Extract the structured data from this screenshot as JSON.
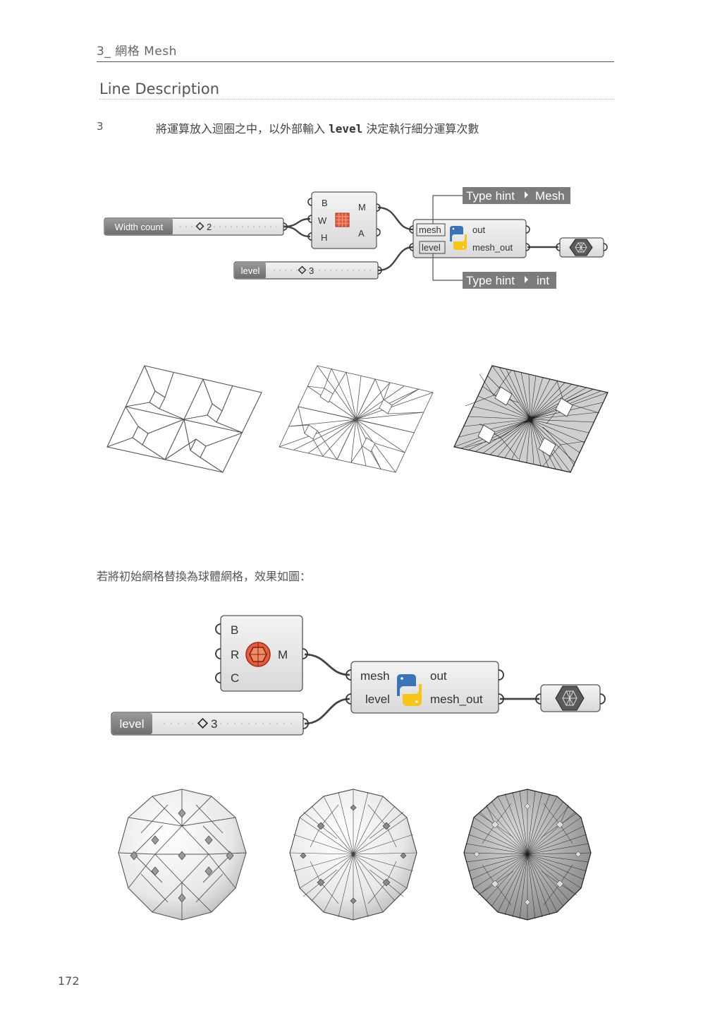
{
  "header": {
    "chapter": "3_ 網格 Mesh"
  },
  "section": {
    "title": "Line Description"
  },
  "line": {
    "number": "3",
    "text_before": "將運算放入迴圈之中，以外部輸入 ",
    "code": "level",
    "text_after": " 決定執行細分運算次數"
  },
  "diagram1": {
    "width_slider": {
      "label": "Width count",
      "value": "2"
    },
    "level_slider": {
      "label": "level",
      "value": "3"
    },
    "plane_component": {
      "in_b": "B",
      "in_w": "W",
      "in_h": "H",
      "out_m": "M",
      "out_a": "A"
    },
    "python_component": {
      "in_mesh": "mesh",
      "in_level": "level",
      "out_out": "out",
      "out_mesh": "mesh_out"
    },
    "type_hint_mesh": {
      "label": "Type hint",
      "value": "Mesh"
    },
    "type_hint_int": {
      "label": "Type hint",
      "value": "int"
    }
  },
  "caption2": "若將初始網格替換為球體網格，效果如圖：",
  "diagram2": {
    "sphere_component": {
      "in_b": "B",
      "in_r": "R",
      "in_c": "C",
      "out_m": "M"
    },
    "python_component": {
      "in_mesh": "mesh",
      "in_level": "level",
      "out_out": "out",
      "out_mesh": "mesh_out"
    },
    "level_slider": {
      "label": "level",
      "value": "3"
    }
  },
  "footer": {
    "page_number": "172"
  }
}
